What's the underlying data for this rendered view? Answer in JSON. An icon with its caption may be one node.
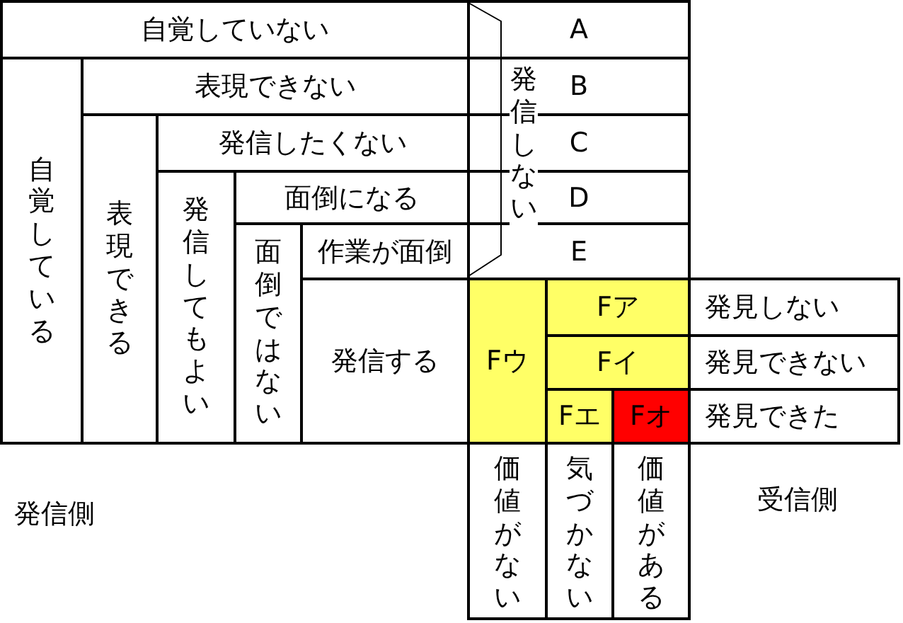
{
  "diagram": {
    "nodes": [
      {
        "text": [
          "自覚していない"
        ]
      },
      {
        "text": [
          "A"
        ]
      },
      {
        "text": [
          "自覚している"
        ]
      },
      {
        "text": [
          "表現できない"
        ]
      },
      {
        "text": [
          "B"
        ]
      },
      {
        "text": [
          "表現できる"
        ]
      },
      {
        "text": [
          "発信したくない"
        ]
      },
      {
        "text": [
          "C"
        ]
      },
      {
        "text": [
          "発信してもよい"
        ]
      },
      {
        "text": [
          "面倒になる"
        ]
      },
      {
        "text": [
          "D"
        ]
      },
      {
        "text": [
          "面倒ではない"
        ]
      },
      {
        "text": [
          "作業が面倒"
        ]
      },
      {
        "text": [
          "E"
        ]
      },
      {
        "text": [
          "発信する"
        ]
      },
      {
        "text": [
          "Fウ"
        ]
      },
      {
        "text": [
          "Fア"
        ]
      },
      {
        "text": [
          "発見しない"
        ]
      },
      {
        "text": [
          "Fイ"
        ]
      },
      {
        "text": [
          "発見できない"
        ]
      },
      {
        "text": [
          "Fエ"
        ]
      },
      {
        "text": [
          "Fオ"
        ]
      },
      {
        "text": [
          "発見できた"
        ]
      },
      {
        "text": [
          "価値がない"
        ]
      },
      {
        "text": [
          "気づかない"
        ]
      },
      {
        "text": [
          "価値がある"
        ]
      }
    ],
    "labels": [
      "発信しない",
      "発信側",
      "受信側"
    ]
  }
}
